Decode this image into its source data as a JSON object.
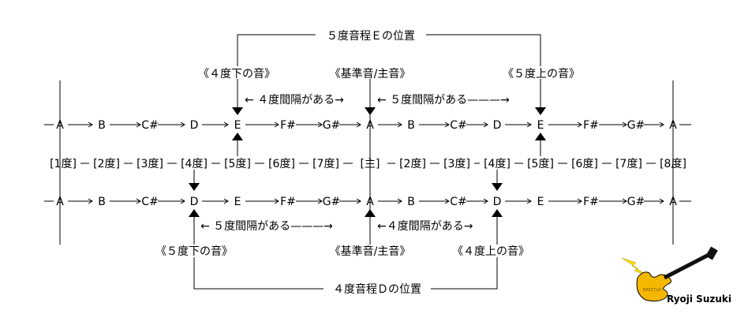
{
  "top_bracket_label": "５度音程Ｅの位置",
  "bottom_bracket_label": "４度音程Ｄの位置",
  "top_labels": {
    "fourth_below": "《４度下の音》",
    "tonic": "《基準音/主音》",
    "fifth_above": "《５度上の音》",
    "interval_4": "← ４度間隔がある→",
    "interval_5": "← ５度間隔がある———→"
  },
  "bottom_labels": {
    "fifth_below": "《５度下の音》",
    "tonic": "《基準音/主音》",
    "fourth_above": "《４度上の音》",
    "interval_5": "← ５度間隔がある———→",
    "interval_4": "←４度間隔がある→"
  },
  "top_row": [
    "A",
    "B",
    "C#",
    "D",
    "E",
    "F#",
    "G#",
    "A",
    "B",
    "C#",
    "D",
    "E",
    "F#",
    "G#",
    "A"
  ],
  "bottom_row": [
    "A",
    "B",
    "C#",
    "D",
    "E",
    "F#",
    "G#",
    "A",
    "B",
    "C#",
    "D",
    "E",
    "F#",
    "G#",
    "A"
  ],
  "degrees": [
    "[1度]",
    "[2度]",
    "[3度]",
    "[4度]",
    "[5度]",
    "[6度]",
    "[7度]",
    "[主]",
    "[2度]",
    "[3度]",
    "[4度]",
    "[5度]",
    "[6度]",
    "[7度]",
    "[8度]"
  ],
  "logo": {
    "brand": "ERECTLIC",
    "name": "Ryoji Suzuki",
    "body_color": "#f5b800",
    "bolt_color": "#f5e000"
  }
}
